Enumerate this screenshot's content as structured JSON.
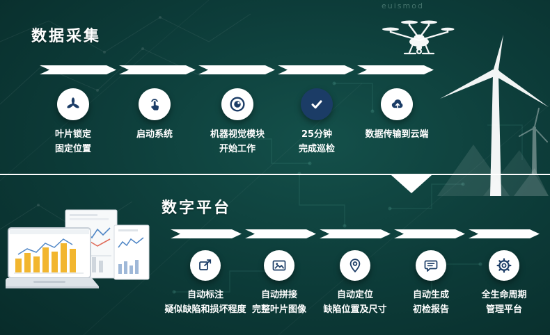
{
  "page": {
    "background_word": "euismod"
  },
  "colors": {
    "background": "#0d3d3a",
    "navy": "#1b3c66",
    "white": "#ffffff",
    "chart_yellow": "#f2b62f",
    "chart_blue": "#4f86c6",
    "chart_red": "#e06c5a"
  },
  "sections": {
    "data_collection": {
      "title": "数据采集",
      "steps": [
        {
          "icon": "turbine-blade-icon",
          "label": "叶片锁定\n固定位置"
        },
        {
          "icon": "tap-start-icon",
          "label": "启动系统"
        },
        {
          "icon": "machine-vision-eye-icon",
          "label": "机器视觉模块\n开始工作"
        },
        {
          "icon": "check-icon",
          "label": "25分钟\n完成巡检"
        },
        {
          "icon": "cloud-upload-icon",
          "label": "数据传输到云端"
        }
      ]
    },
    "digital_platform": {
      "title": "数字平台",
      "steps": [
        {
          "icon": "auto-annotate-icon",
          "label": "自动标注\n疑似缺陷和损坏程度"
        },
        {
          "icon": "image-stitch-icon",
          "label": "自动拼接\n完整叶片图像"
        },
        {
          "icon": "defect-location-icon",
          "label": "自动定位\n缺陷位置及尺寸"
        },
        {
          "icon": "report-icon",
          "label": "自动生成\n初检报告"
        },
        {
          "icon": "lifecycle-gear-icon",
          "label": "全生命周期\n管理平台"
        }
      ]
    }
  }
}
